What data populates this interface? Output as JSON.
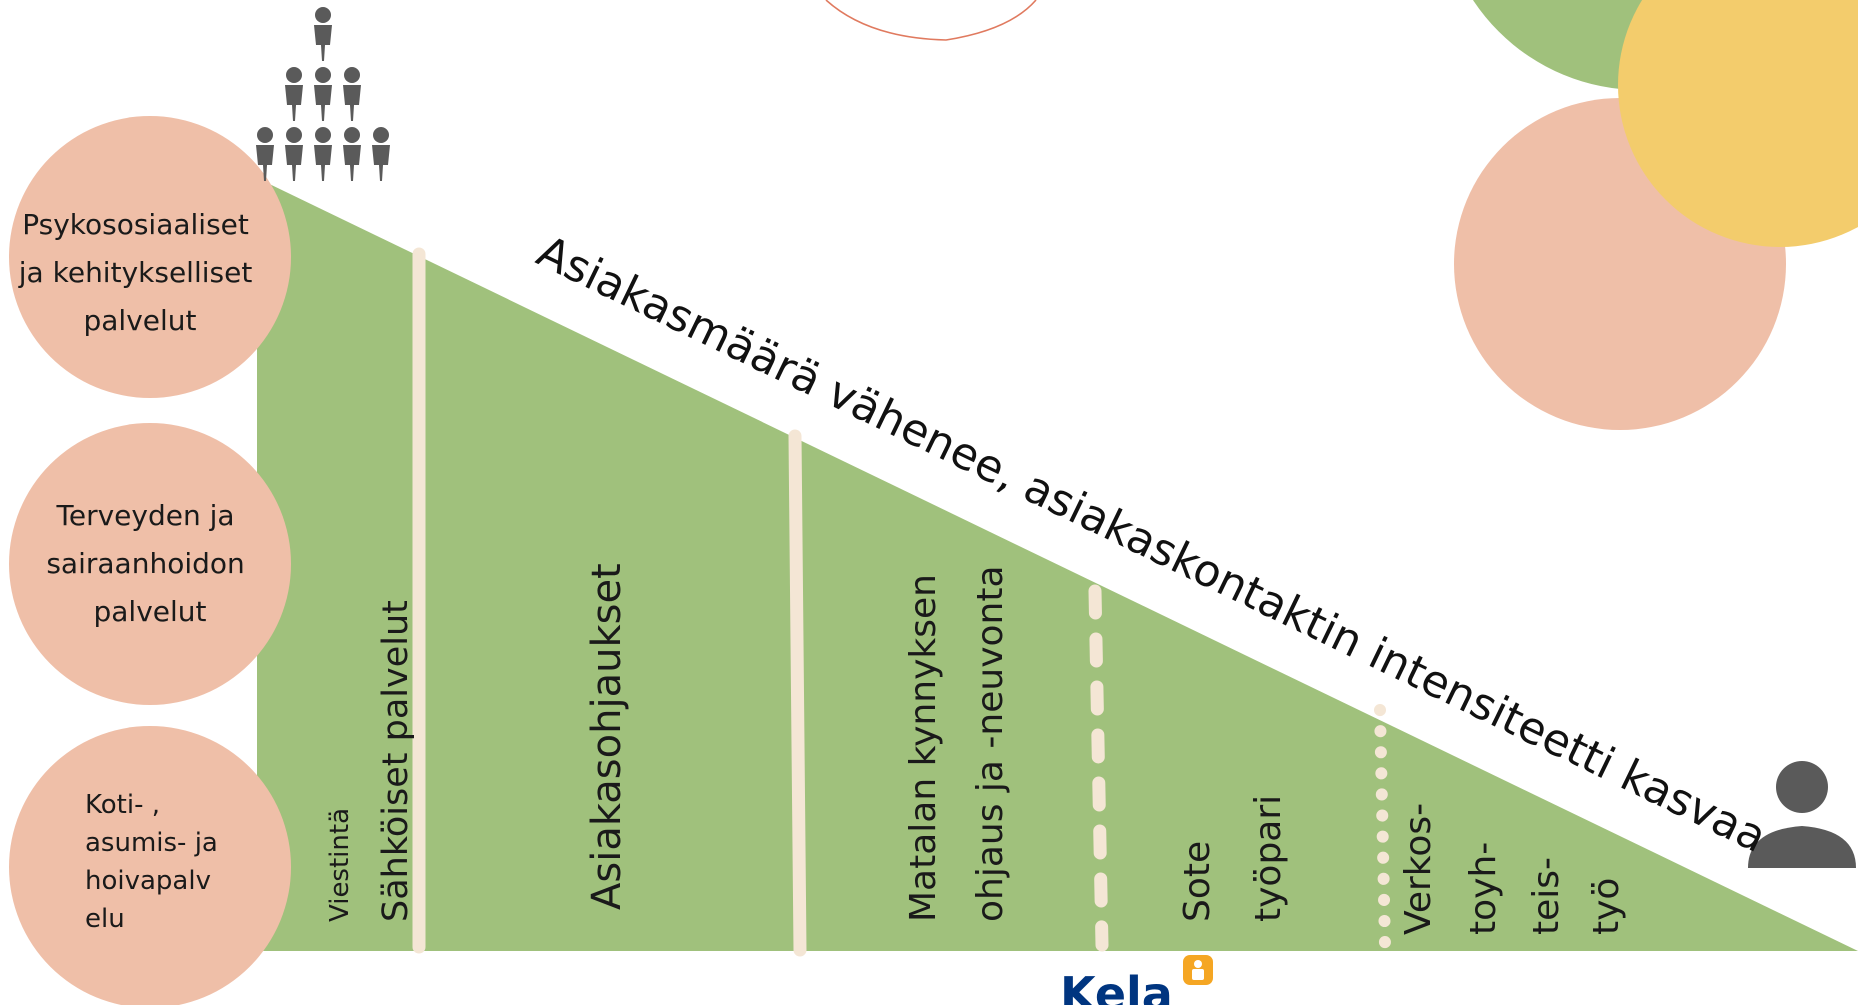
{
  "service_areas": [
    {
      "lines": [
        "Psykososiaaliset",
        "ja kehitykselliset",
        "palvelut"
      ]
    },
    {
      "lines": [
        "Terveyden ja",
        "sairaanhoidon",
        "palvelut"
      ]
    },
    {
      "lines": [
        "Koti- ,",
        "asumis- ja",
        "hoivapalv",
        "elu"
      ]
    }
  ],
  "diagonal_caption": "Asiakasmäärä vähenee, asiakaskontaktin intensiteetti kasvaa",
  "levels": {
    "viestinta": "Viestintä",
    "sahkoiset": "Sähköiset palvelut",
    "asiakasohjaukset": "Asiakasohjaukset",
    "matalan_1": "Matalan kynnyksen",
    "matalan_2": "ohjaus ja -neuvonta",
    "sote_1": "Sote",
    "sote_2": "työpari",
    "verkos_1": "Verkos-",
    "verkos_2": "toyh-",
    "verkos_3": "teis-",
    "verkos_4": "työ"
  },
  "logo_text": "Kela",
  "icons": {
    "crowd": "people-pyramid-icon",
    "single": "person-icon",
    "logo": "kela-logo"
  },
  "colors": {
    "triangle_green": "#a0c17c",
    "circle_salmon": "#efbfa8",
    "circle_yellow": "#f3cc6c",
    "divider_cream": "#f4e6d5",
    "person_gray": "#5a5a5a",
    "kela_blue": "#003580",
    "kela_orange": "#f5a623",
    "deco_line_red": "#e07a5f"
  }
}
